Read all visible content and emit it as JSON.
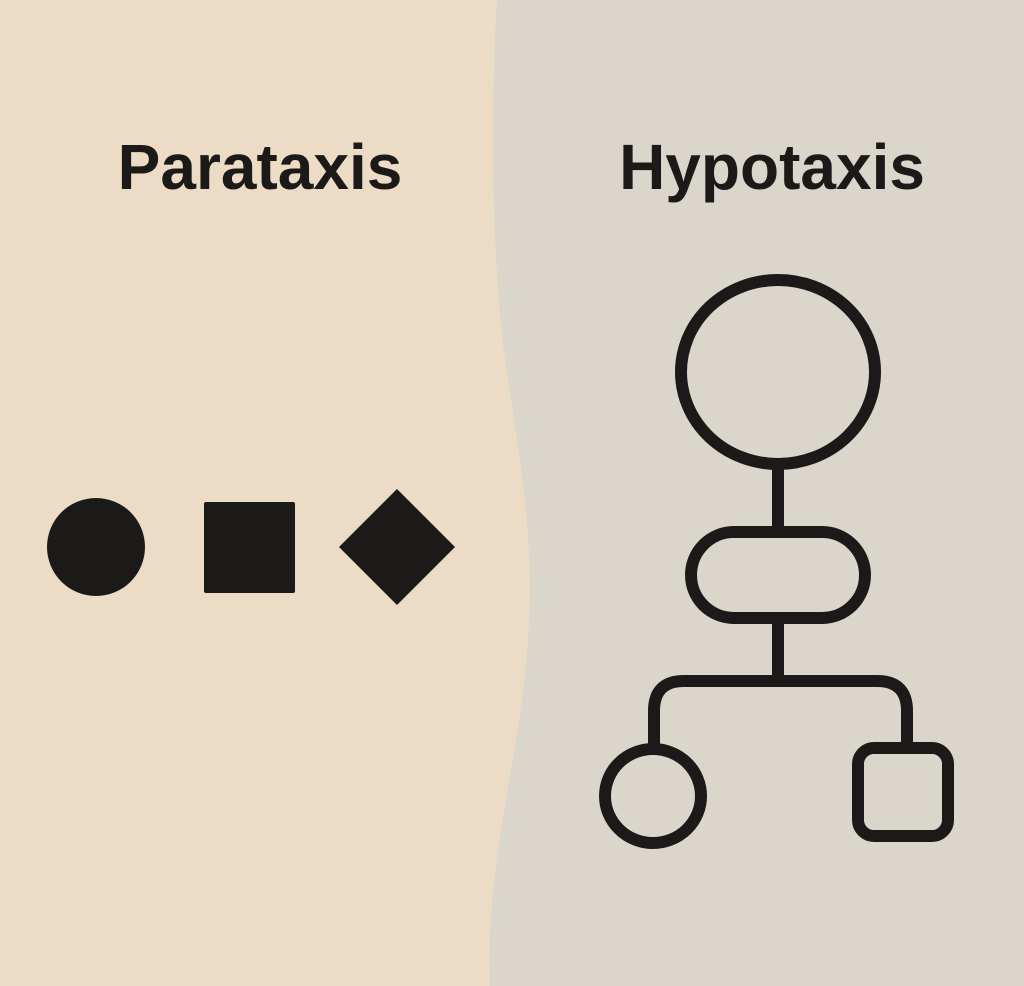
{
  "colors": {
    "left_bg": "#ecdcc6",
    "right_bg": "#dbd6cc",
    "ink": "#1c1a18"
  },
  "left_panel": {
    "title": "Parataxis",
    "shapes": [
      "filled-circle",
      "filled-square",
      "filled-diamond"
    ]
  },
  "right_panel": {
    "title": "Hypotaxis",
    "tree": {
      "root": "outline-circle",
      "child": "outline-pill",
      "leaves": [
        "outline-circle",
        "outline-rounded-square"
      ]
    }
  }
}
